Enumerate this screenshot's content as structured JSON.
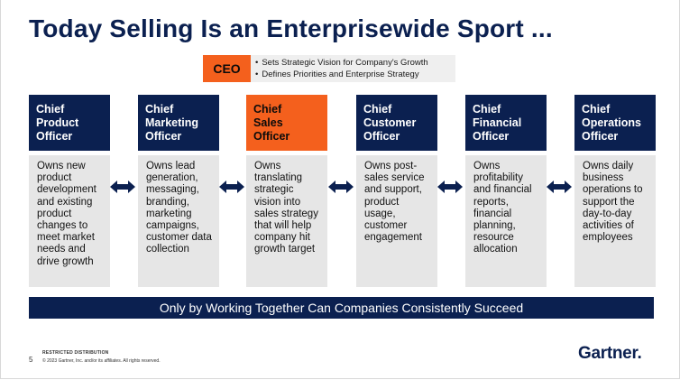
{
  "title": "Today Selling Is an Enterprisewide Sport ...",
  "ceo": {
    "label": "CEO",
    "bullets": [
      "Sets Strategic Vision for Company's Growth",
      "Defines Priorities and Enterprise Strategy"
    ]
  },
  "columns": [
    {
      "title_lines": [
        "Chief",
        "Product",
        "Officer"
      ],
      "highlight": false,
      "desc_lines": [
        "Owns new",
        "product",
        "development",
        "and existing",
        "product",
        "changes to",
        "meet market",
        "needs and",
        "drive growth"
      ]
    },
    {
      "title_lines": [
        "Chief",
        "Marketing",
        "Officer"
      ],
      "highlight": false,
      "desc_lines": [
        "Owns lead",
        "generation,",
        "messaging,",
        "branding,",
        "marketing",
        "campaigns,",
        "customer data",
        "collection"
      ]
    },
    {
      "title_lines": [
        "Chief",
        "Sales",
        "Officer"
      ],
      "highlight": true,
      "desc_lines": [
        "Owns",
        "translating",
        "strategic",
        "vision into",
        "sales strategy",
        "that will help",
        "company hit",
        "growth target"
      ]
    },
    {
      "title_lines": [
        "Chief",
        "Customer",
        "Officer"
      ],
      "highlight": false,
      "desc_lines": [
        "Owns post-",
        "sales service",
        "and support,",
        "product",
        "usage,",
        "customer",
        "engagement"
      ]
    },
    {
      "title_lines": [
        "Chief",
        "Financial",
        "Officer"
      ],
      "highlight": false,
      "desc_lines": [
        "Owns",
        "profitability",
        "and financial",
        "reports,",
        "financial",
        "planning,",
        "resource",
        "allocation"
      ]
    },
    {
      "title_lines": [
        "Chief",
        "Operations",
        "Officer"
      ],
      "highlight": false,
      "desc_lines": [
        "Owns daily",
        "business",
        "operations to",
        "support the",
        "day-to-day",
        "activities of",
        "employees"
      ]
    }
  ],
  "banner": "Only by Working Together Can Companies Consistently Succeed",
  "footer": {
    "page_number": "5",
    "restricted": "RESTRICTED DISTRIBUTION",
    "copyright": "© 2023 Gartner, Inc. and/or its affiliates. All rights reserved."
  },
  "logo": {
    "text": "Gartner",
    "mark": "."
  },
  "colors": {
    "navy": "#0b2050",
    "orange": "#f4601d",
    "panel": "#e6e6e6"
  },
  "icons": {
    "connector": "double-arrow-icon"
  }
}
